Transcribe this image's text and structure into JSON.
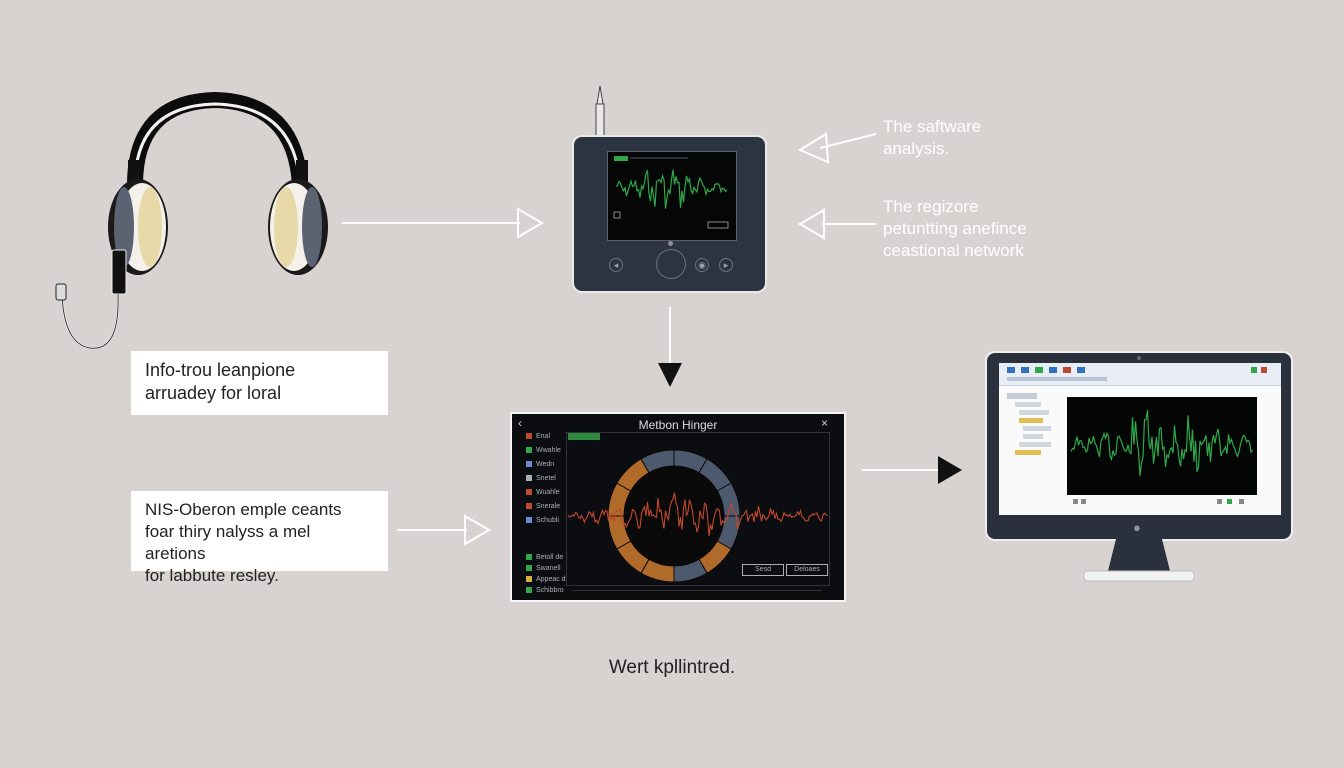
{
  "labels": {
    "software_note": [
      "The saftware",
      "analysis."
    ],
    "regizore_note": [
      "The regizore",
      "petuntting anefince",
      "ceastional network"
    ],
    "box_top": [
      "Info-trou leanpione",
      "arruadey for loral"
    ],
    "box_bottom": [
      "NIS-Oberon emple ceants",
      "foar thiry nalyss a mel aretions",
      "for labbute resley."
    ],
    "caption": "Wert kpllintred."
  },
  "analyzer": {
    "title": "Metbon Hinger",
    "side_items": [
      "Enal",
      "Wwahle",
      "Wedn",
      "Snetel",
      "Wuahle",
      "Snerale",
      "Schubli"
    ],
    "side_items_bottom": [
      "Betoll de",
      "Swanell",
      "Appeac d",
      "Schibbro"
    ],
    "buttons": [
      "Sesd",
      "Deloaes"
    ],
    "back_glyph": "‹",
    "close_glyph": "×"
  },
  "colors": {
    "background": "#d8d3d0",
    "waveform_green": "#2fa84a",
    "waveform_red": "#c0482f",
    "ring_orange": "#b06a2a",
    "ring_slate": "#4d5a6e",
    "device_body": "#2d3441"
  },
  "icons": {
    "headphones": "headphones-icon",
    "recorder": "audio-recorder-device",
    "monitor": "desktop-monitor",
    "apple": "apple-logo-icon",
    "arrow": "arrow-icon"
  }
}
